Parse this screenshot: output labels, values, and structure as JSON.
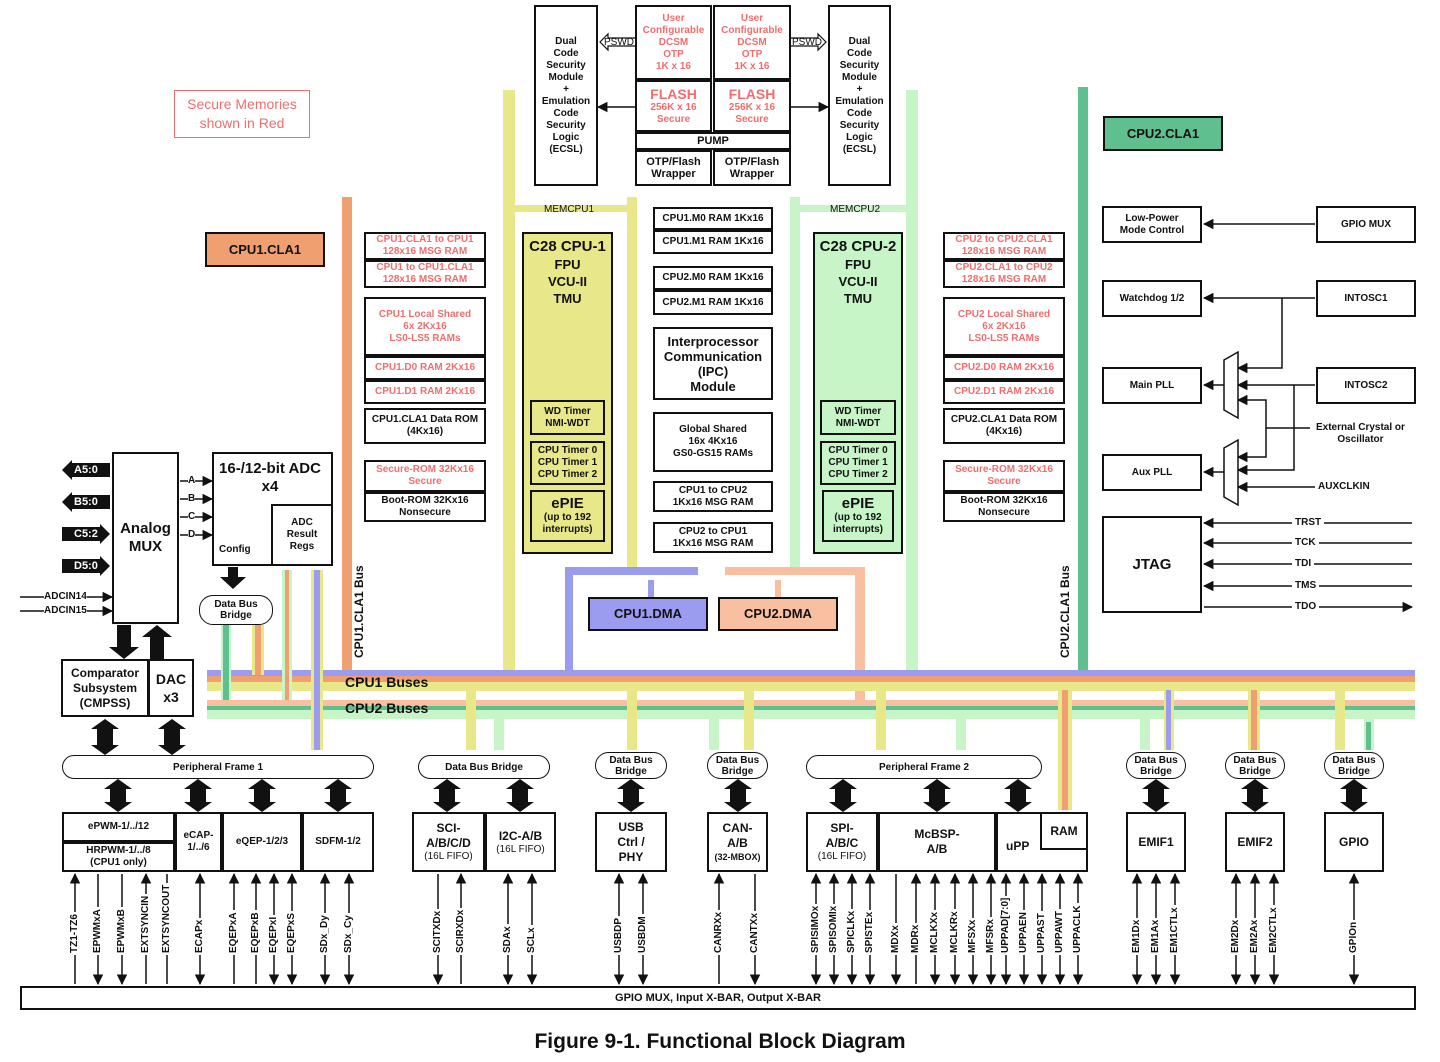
{
  "figure_title": "Figure 9-1. Functional Block Diagram",
  "legend_note": "Secure Memories\nshown in Red",
  "colors": {
    "cpu1_bus": "#e8e88a",
    "cpu2_bus": "#c8f5c8",
    "cla1_bus": "#f0a070",
    "cla2_bus": "#5fbf8f",
    "dma1": "#9b9bf0",
    "dma2": "#f8c0a0",
    "secure_text": "#f26d6d"
  },
  "top": {
    "dcsm_left": "Dual\nCode\nSecurity\nModule\n+\nEmulation\nCode\nSecurity\nLogic\n(ECSL)",
    "dcsm_right": "Dual\nCode\nSecurity\nModule\n+\nEmulation\nCode\nSecurity\nLogic\n(ECSL)",
    "otp_left": "User\nConfigurable\nDCSM\nOTP\n1K x 16",
    "otp_right": "User\nConfigurable\nDCSM\nOTP\n1K x 16",
    "flash_title": "FLASH",
    "flash_detail": "256K x 16\nSecure",
    "pump": "PUMP",
    "wrapper": "OTP/Flash\nWrapper",
    "pswd": "PSWD"
  },
  "cpu1": {
    "cla": "CPU1.CLA1",
    "memcpu": "MEMCPU1",
    "cla_bus": "CPU1.CLA1 Bus",
    "mem": [
      {
        "text": "CPU1.CLA1 to CPU1\n128x16 MSG RAM",
        "secure": true
      },
      {
        "text": "CPU1 to CPU1.CLA1\n128x16 MSG RAM",
        "secure": true
      },
      {
        "text": "CPU1 Local Shared\n6x 2Kx16\nLS0-LS5 RAMs",
        "secure": true
      },
      {
        "text": "CPU1.D0 RAM 2Kx16",
        "secure": true
      },
      {
        "text": "CPU1.D1 RAM 2Kx16",
        "secure": true
      },
      {
        "text": "CPU1.CLA1 Data ROM\n(4Kx16)",
        "secure": false
      },
      {
        "text": "Secure-ROM 32Kx16\nSecure",
        "secure": true
      },
      {
        "text": "Boot-ROM 32Kx16\nNonsecure",
        "secure": false
      }
    ],
    "core_title": "C28 CPU-1",
    "core_features": "FPU\nVCU-II\nTMU",
    "wd": "WD Timer\nNMI-WDT",
    "timers": "CPU Timer 0\nCPU Timer 1\nCPU Timer 2",
    "epie_title": "ePIE",
    "epie_detail": "(up to 192\ninterrupts)",
    "dma": "CPU1.DMA",
    "buses": "CPU1 Buses"
  },
  "cpu2": {
    "cla": "CPU2.CLA1",
    "memcpu": "MEMCPU2",
    "cla_bus": "CPU2.CLA1 Bus",
    "mem": [
      {
        "text": "CPU2 to CPU2.CLA1\n128x16 MSG RAM",
        "secure": true
      },
      {
        "text": "CPU2.CLA1 to CPU2\n128x16 MSG RAM",
        "secure": true
      },
      {
        "text": "CPU2 Local Shared\n6x 2Kx16\nLS0-LS5 RAMs",
        "secure": true
      },
      {
        "text": "CPU2.D0 RAM 2Kx16",
        "secure": true
      },
      {
        "text": "CPU2.D1 RAM 2Kx16",
        "secure": true
      },
      {
        "text": "CPU2.CLA1 Data ROM\n(4Kx16)",
        "secure": false
      },
      {
        "text": "Secure-ROM 32Kx16\nSecure",
        "secure": true
      },
      {
        "text": "Boot-ROM 32Kx16\nNonsecure",
        "secure": false
      }
    ],
    "core_title": "C28 CPU-2",
    "core_features": "FPU\nVCU-II\nTMU",
    "wd": "WD Timer\nNMI-WDT",
    "timers": "CPU Timer 0\nCPU Timer 1\nCPU Timer 2",
    "epie_title": "ePIE",
    "epie_detail": "(up to 192\ninterrupts)",
    "dma": "CPU2.DMA",
    "buses": "CPU2 Buses"
  },
  "shared": {
    "m_rams": [
      "CPU1.M0 RAM 1Kx16",
      "CPU1.M1 RAM 1Kx16",
      "CPU2.M0 RAM 1Kx16",
      "CPU2.M1 RAM 1Kx16"
    ],
    "ipc": "Interprocessor\nCommunication\n(IPC)\nModule",
    "gs": "Global Shared\n16x 4Kx16\nGS0-GS15 RAMs",
    "msg12": "CPU1 to CPU2\n1Kx16 MSG RAM",
    "msg21": "CPU2 to CPU1\n1Kx16 MSG RAM"
  },
  "system": {
    "lpm": "Low-Power\nMode Control",
    "gpio_mux": "GPIO MUX",
    "watchdog": "Watchdog 1/2",
    "intosc1": "INTOSC1",
    "main_pll": "Main PLL",
    "intosc2": "INTOSC2",
    "ext_xtal": "External Crystal or\nOscillator",
    "aux_pll": "Aux PLL",
    "auxclkin": "AUXCLKIN",
    "jtag": "JTAG",
    "jtag_pins": [
      "TRST",
      "TCK",
      "TDI",
      "TMS",
      "TDO"
    ]
  },
  "analog": {
    "inputs": [
      "A5:0",
      "B5:0",
      "C5:2",
      "D5:0"
    ],
    "adcin": [
      "ADCIN14",
      "ADCIN15"
    ],
    "mux": "Analog\nMUX",
    "mux_outs": [
      "A",
      "B",
      "C",
      "D"
    ],
    "adc_title": "16-/12-bit ADC\nx4",
    "adc_config": "Config",
    "adc_result": "ADC\nResult\nRegs",
    "bridge": "Data Bus\nBridge",
    "cmpss": "Comparator\nSubsystem\n(CMPSS)",
    "dac": "DAC\nx3"
  },
  "peripherals": {
    "pf1": "Peripheral Frame 1",
    "pf2": "Peripheral Frame 2",
    "bridge_wide": "Data Bus Bridge",
    "bridge": "Data Bus\nBridge",
    "epwm": "ePWM-1/../12",
    "hrpwm": "HRPWM-1/../8\n(CPU1 only)",
    "ecap": "eCAP-\n1/../6",
    "eqep": "eQEP-1/2/3",
    "sdfm": "SDFM-1/2",
    "sci_title": "SCI-\nA/B/C/D",
    "sci_fifo": "(16L FIFO)",
    "i2c_title": "I2C-A/B",
    "i2c_fifo": "(16L FIFO)",
    "usb": "USB\nCtrl /\nPHY",
    "can_title": "CAN-\nA/B",
    "can_detail": "(32-MBOX)",
    "spi_title": "SPI-\nA/B/C",
    "spi_fifo": "(16L FIFO)",
    "mcbsp": "McBSP-\nA/B",
    "upp": "uPP",
    "upp_ram": "RAM",
    "emif1": "EMIF1",
    "emif2": "EMIF2",
    "gpio": "GPIO",
    "gpio_bar": "GPIO MUX, Input X-BAR, Output X-BAR"
  },
  "signals": [
    {
      "name": "TZ1-TZ6",
      "dir": "up"
    },
    {
      "name": "EPWMxA",
      "dir": "down"
    },
    {
      "name": "EPWMxB",
      "dir": "down"
    },
    {
      "name": "EXTSYNCIN",
      "dir": "up"
    },
    {
      "name": "EXTSYNCOUT",
      "dir": "none"
    },
    {
      "name": "ECAPx",
      "dir": "both"
    },
    {
      "name": "EQEPxA",
      "dir": "up"
    },
    {
      "name": "EQEPxB",
      "dir": "up"
    },
    {
      "name": "EQEPxI",
      "dir": "both"
    },
    {
      "name": "EQEPxS",
      "dir": "both"
    },
    {
      "name": "SDx_Dy",
      "dir": "both"
    },
    {
      "name": "SDx_Cy",
      "dir": "both"
    },
    {
      "name": "SCITXDx",
      "dir": "down"
    },
    {
      "name": "SCIRXDx",
      "dir": "up"
    },
    {
      "name": "SDAx",
      "dir": "both"
    },
    {
      "name": "SCLx",
      "dir": "both"
    },
    {
      "name": "USBDP",
      "dir": "both"
    },
    {
      "name": "USBDM",
      "dir": "both"
    },
    {
      "name": "CANRXx",
      "dir": "up"
    },
    {
      "name": "CANTXx",
      "dir": "down"
    },
    {
      "name": "SPISIMOx",
      "dir": "both"
    },
    {
      "name": "SPISOMIx",
      "dir": "both"
    },
    {
      "name": "SPICLKx",
      "dir": "both"
    },
    {
      "name": "SPISTEx",
      "dir": "both"
    },
    {
      "name": "MDXx",
      "dir": "down"
    },
    {
      "name": "MDRx",
      "dir": "up"
    },
    {
      "name": "MCLKXx",
      "dir": "both"
    },
    {
      "name": "MCLKRx",
      "dir": "both"
    },
    {
      "name": "MFSXx",
      "dir": "both"
    },
    {
      "name": "MFSRx",
      "dir": "both"
    },
    {
      "name": "UPPAD[7:0]",
      "dir": "both"
    },
    {
      "name": "UPPAEN",
      "dir": "both"
    },
    {
      "name": "UPPAST",
      "dir": "both"
    },
    {
      "name": "UPPAWT",
      "dir": "both"
    },
    {
      "name": "UPPACLK",
      "dir": "both"
    },
    {
      "name": "EM1Dx",
      "dir": "both"
    },
    {
      "name": "EM1Ax",
      "dir": "both"
    },
    {
      "name": "EM1CTLx",
      "dir": "both"
    },
    {
      "name": "EM2Dx",
      "dir": "both"
    },
    {
      "name": "EM2Ax",
      "dir": "both"
    },
    {
      "name": "EM2CTLx",
      "dir": "both"
    },
    {
      "name": "GPIOn",
      "dir": "both"
    }
  ]
}
